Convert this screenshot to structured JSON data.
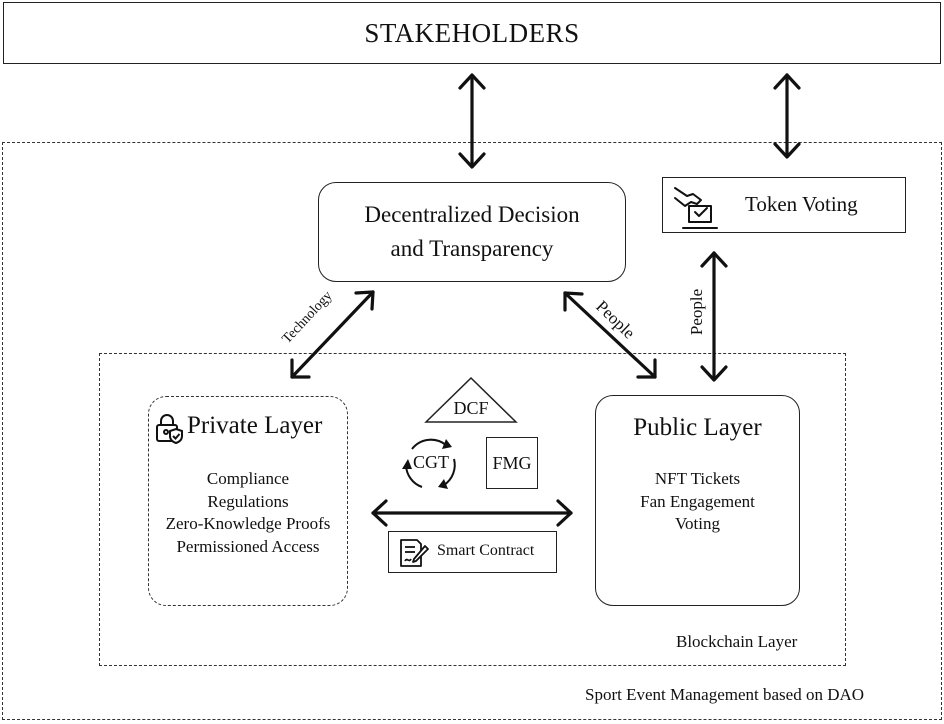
{
  "stakeholders": {
    "label": "STAKEHOLDERS"
  },
  "outer_frame": {
    "label": "Sport Event Management based on DAO"
  },
  "blockchain_frame": {
    "label": "Blockchain Layer"
  },
  "decision_box": {
    "line1": "Decentralized Decision",
    "line2": "and Transparency"
  },
  "token_voting": {
    "label": "Token Voting",
    "icon": "hand-ballot-icon"
  },
  "private_layer": {
    "title": "Private Layer",
    "icon": "lock-shield-icon",
    "items": [
      "Compliance",
      "Regulations",
      "Zero-Knowledge Proofs",
      "Permissioned Access"
    ]
  },
  "public_layer": {
    "title": "Public Layer",
    "items": [
      "NFT Tickets",
      "Fan Engagement",
      "Voting"
    ]
  },
  "center_nodes": {
    "dcf": "DCF",
    "cgt": "CGT",
    "fmg": "FMG"
  },
  "smart_contract": {
    "label": "Smart Contract",
    "icon": "contract-pen-icon"
  },
  "edge_labels": {
    "technology": "Technology",
    "people_left": "People",
    "people_right": "People"
  }
}
